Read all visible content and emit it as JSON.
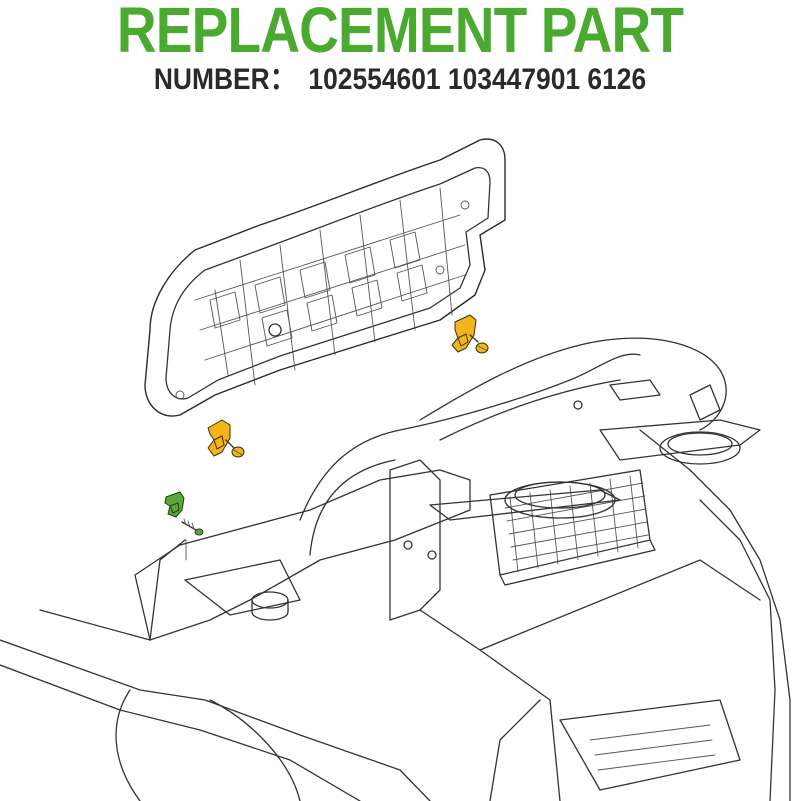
{
  "header": {
    "title": "REPLACEMENT PART",
    "number_label": "NUMBER：",
    "part_numbers": [
      "102554601",
      "103447901",
      "6126"
    ]
  },
  "colors": {
    "title_green": "#4aa92f",
    "text_dark": "#2a2a2a",
    "hinge_yellow": "#f2b61c",
    "latch_green": "#5aa83a",
    "line_art": "#333333"
  },
  "diagram": {
    "subject": "golf cart seat assembly",
    "components": [
      {
        "name": "seat-bottom-panel",
        "color": "#ffffff"
      },
      {
        "name": "seat-hinge-left",
        "color": "#f2b61c"
      },
      {
        "name": "seat-hinge-right",
        "color": "#f2b61c"
      },
      {
        "name": "hinge-screw-left",
        "color": "#ffffff"
      },
      {
        "name": "hinge-screw-right",
        "color": "#ffffff"
      },
      {
        "name": "seat-latch-clip",
        "color": "#5aa83a"
      },
      {
        "name": "latch-screw",
        "color": "#ffffff"
      },
      {
        "name": "storage-basket",
        "color": "#ffffff"
      },
      {
        "name": "cup-holder",
        "color": "#ffffff"
      },
      {
        "name": "cart-body",
        "color": "#ffffff"
      }
    ]
  }
}
